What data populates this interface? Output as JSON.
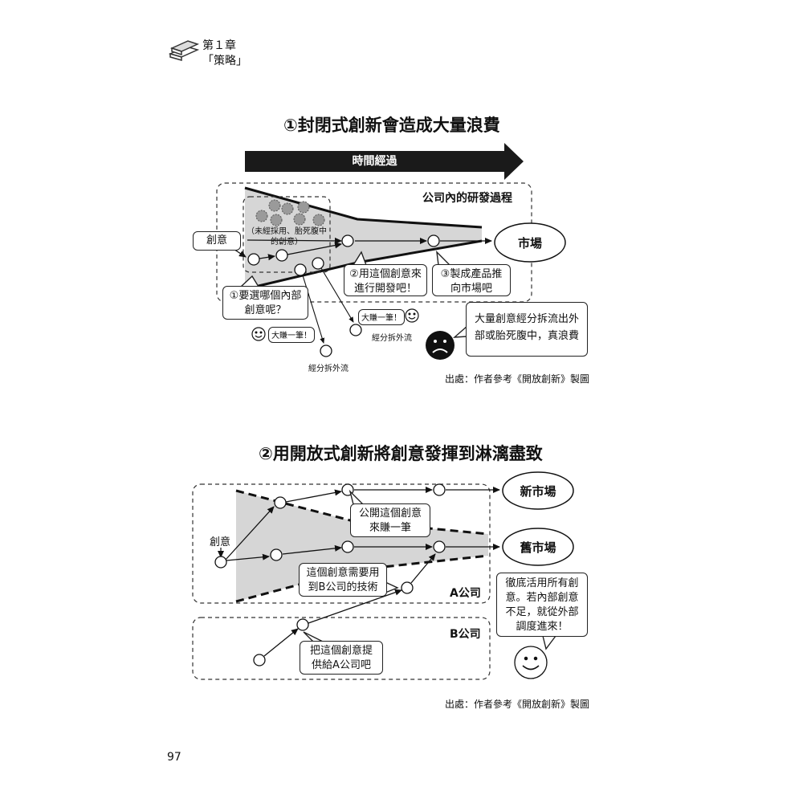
{
  "header": {
    "chapter": "第１章",
    "section": "「策略」"
  },
  "diagram1": {
    "title": "①封閉式創新會造成大量浪費",
    "arrow_label": "時間經過",
    "region_label": "公司內的研發過程",
    "idea_label": "創意",
    "rejected_note": "（未經採用、胎死腹中的創意）",
    "market_label": "市場",
    "step1": "①要選哪個內部創意呢？",
    "step2": "②用這個創意來進行開發吧！",
    "step3": "③製成產品推向市場吧",
    "profit1": "大賺一筆！",
    "profit2": "大賺一筆！",
    "spinoff1": "經分拆外流",
    "spinoff2": "經分拆外流",
    "waste_note": "大量創意經分拆流出外部或胎死腹中，真浪費",
    "source": "出處：作者參考《開放創新》製圖"
  },
  "diagram2": {
    "title": "②用開放式創新將創意發揮到淋漓盡致",
    "idea_label": "創意",
    "new_market": "新市場",
    "old_market": "舊市場",
    "note_public": "公開這個創意來賺一筆",
    "note_tech": "這個創意需要用到B公司的技術",
    "company_a": "A公司",
    "company_b": "B公司",
    "note_provide": "把這個創意提供給A公司吧",
    "note_utilize": "徹底活用所有創意。若內部創意不足，就從外部調度進來！",
    "source": "出處：作者參考《開放創新》製圖"
  },
  "page_number": "97"
}
